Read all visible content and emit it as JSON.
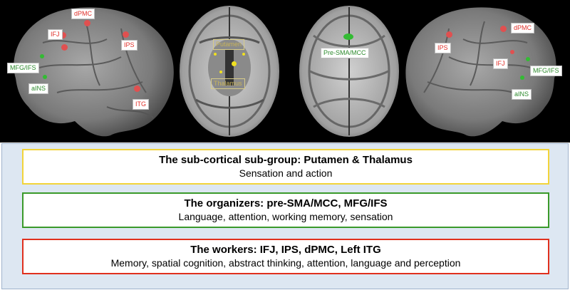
{
  "brain": {
    "left_lateral": {
      "labels": {
        "dpmc": "dPMC",
        "ifj": "IFJ",
        "ips": "IPS",
        "mfg_ifs": "MFG/IFS",
        "ains": "aINS",
        "itg": "ITG"
      }
    },
    "axial_subcortical": {
      "labels": {
        "putamen": "Putamen",
        "thalamus": "Thalamus"
      }
    },
    "axial_cortical": {
      "labels": {
        "presma_mcc": "Pre-SMA/MCC"
      }
    },
    "right_lateral": {
      "labels": {
        "dpmc": "dPMC",
        "ips": "IPS",
        "ifj": "IFJ",
        "mfg_ifs": "MFG/IFS",
        "ains": "aINS"
      }
    }
  },
  "groups": {
    "subcortical": {
      "title": "The sub-cortical sub-group: Putamen & Thalamus",
      "description": "Sensation and action",
      "color": "#f2d43a"
    },
    "organizers": {
      "title": "The organizers: pre-SMA/MCC, MFG/IFS",
      "description": "Language, attention, working memory, sensation",
      "color": "#3a9a2a"
    },
    "workers": {
      "title": "The workers: IFJ, IPS, dPMC, Left ITG",
      "description": "Memory, spatial cognition, abstract thinking, attention, language and perception",
      "color": "#e0301e"
    }
  },
  "colors": {
    "worker_node": "#e05050",
    "organizer_node": "#33bb33",
    "subcortical_node": "#f0e020"
  }
}
